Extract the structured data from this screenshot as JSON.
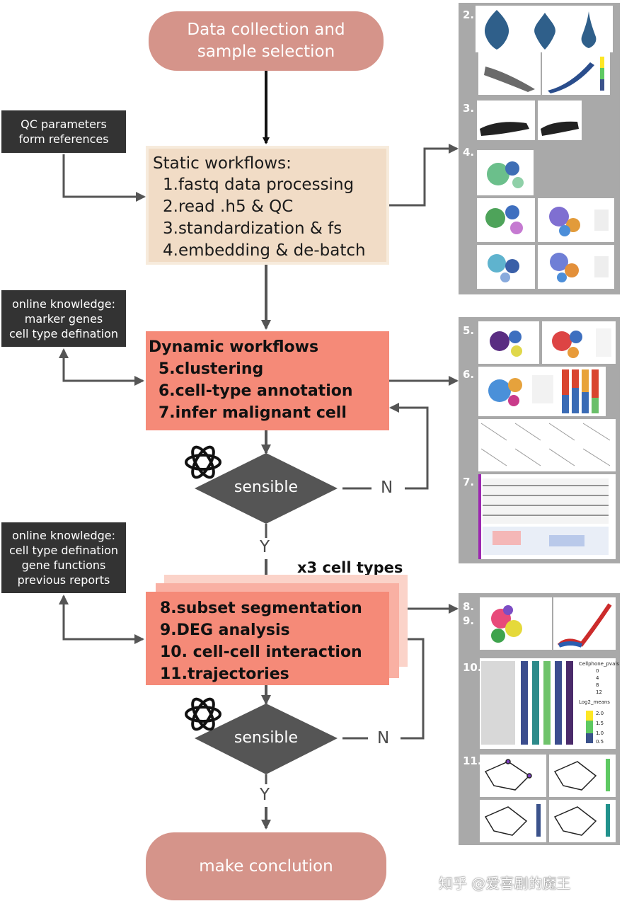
{
  "start_label_1": "Data collection and",
  "start_label_2": "sample selection",
  "end_label": "make conclution",
  "qc_box": [
    "QC parameters",
    "form references"
  ],
  "knowledge_box_1": [
    "online knowledge:",
    "marker genes",
    "cell type defination"
  ],
  "knowledge_box_2": [
    "online knowledge:",
    "cell type defination",
    "gene functions",
    "previous reports"
  ],
  "static_title": "Static workflows:",
  "static_steps": [
    "1.fastq data processing",
    "2.read .h5 & QC",
    "3.standardization & fs",
    "4.embedding & de-batch"
  ],
  "dynamic_title": "Dynamic workflows",
  "dynamic_steps": [
    "5.clustering",
    "6.cell-type annotation",
    "7.infer malignant cell"
  ],
  "subset_steps": [
    "8.subset segmentation",
    "9.DEG analysis",
    "10. cell-cell interaction",
    "11.trajectories"
  ],
  "stack_label": "x3 cell types",
  "decision_label": "sensible",
  "no_label": "N",
  "yes_label": "Y",
  "panel_numbers": [
    "2.",
    "3.",
    "4.",
    "5.",
    "6.",
    "7.",
    "8.",
    "9.",
    "10.",
    "11."
  ],
  "thumb_texts": {
    "cellphone_title": "Cellphone_pvals",
    "cellphone_vals": [
      "0",
      "4",
      "8",
      "12"
    ],
    "means_title": "Log2_means",
    "means_ticks": [
      "2.0",
      "1.5",
      "1.0",
      "0.5"
    ]
  },
  "watermark": "知乎 @爱喜剧的魔王",
  "colors": {
    "pill": "#d5948a",
    "static_bg": "#f1dcc6",
    "dynamic_bg": "#f58a78",
    "dark": "#333333",
    "arrow": "#555555",
    "panel": "#a9a9a9"
  },
  "icons": [
    "openai-logo-icon",
    "openai-logo-icon"
  ]
}
